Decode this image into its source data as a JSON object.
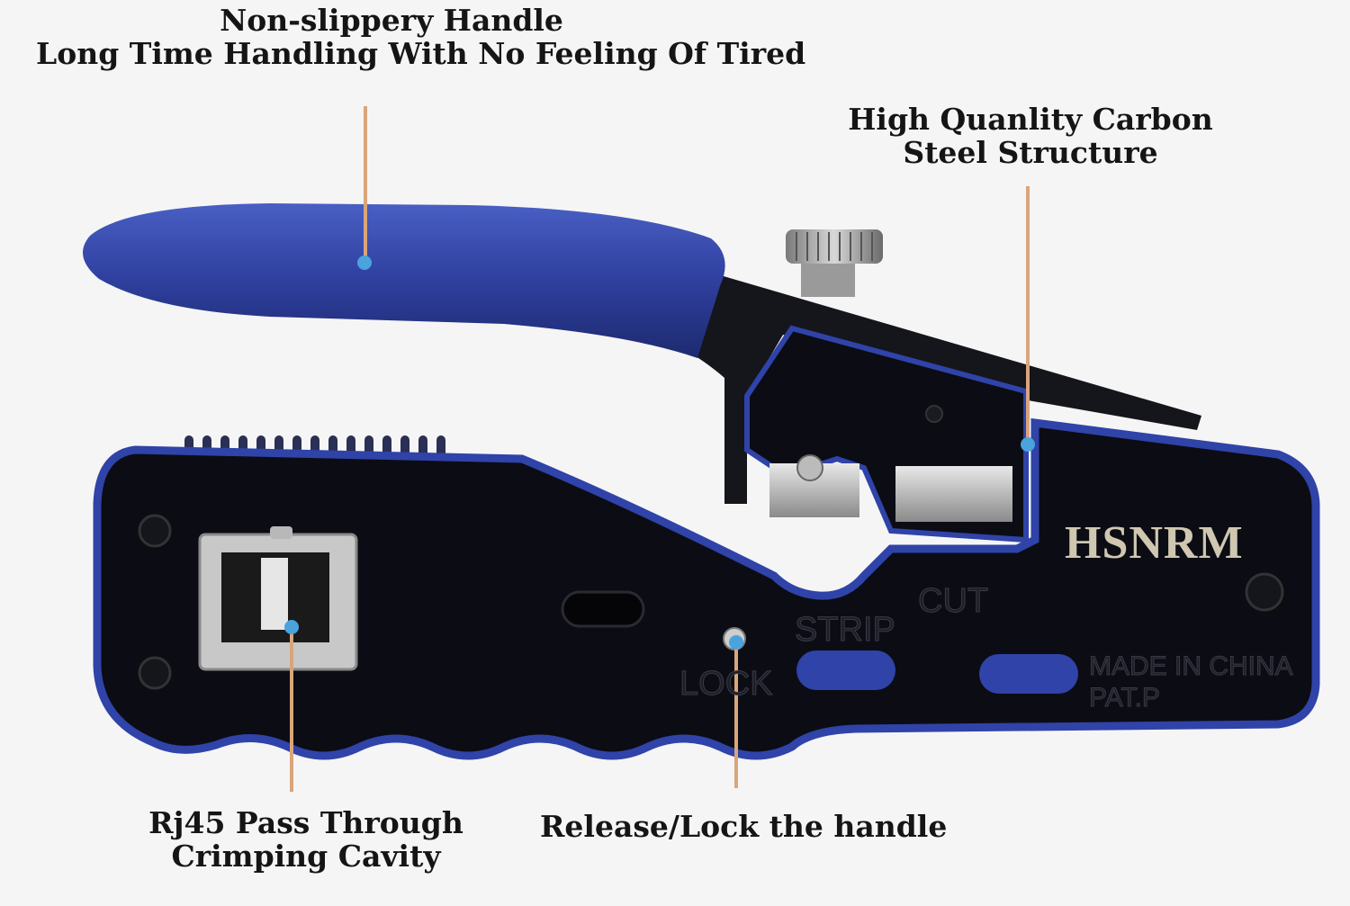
{
  "callouts": {
    "handle": {
      "line1": "Non-slippery Handle",
      "line2": "Long Time Handling With No Feeling Of Tired"
    },
    "steel": {
      "line1": "High Quanlity Carbon",
      "line2": "Steel Structure"
    },
    "rj45": {
      "line1": "Rj45 Pass Through",
      "line2": "Crimping Cavity"
    },
    "lock": {
      "line1": "Release/Lock the handle"
    }
  },
  "tool_markings": {
    "brand": "HSNRM",
    "lock": "LOCK",
    "strip": "STRIP",
    "cut": "CUT",
    "made_in": "MADE IN CHINA",
    "patent": "PAT.P"
  },
  "colors": {
    "callout_line": "#d9a57b",
    "callout_dot": "#4aa3dc",
    "handle_blue": "#2e3f9e",
    "body_black": "#0c0c14",
    "trim_blue": "#2f43a8"
  }
}
